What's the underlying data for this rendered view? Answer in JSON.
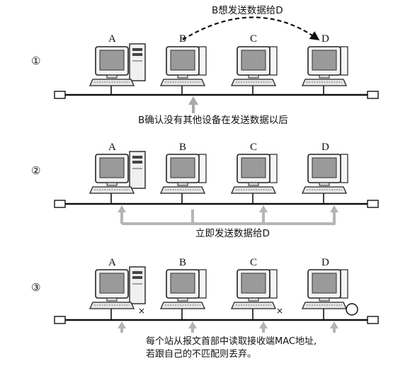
{
  "steps": [
    {
      "marker": "①",
      "hosts": [
        "A",
        "B",
        "C",
        "D"
      ],
      "caption_top": "B想发送数据给D",
      "caption_bottom": "B确认没有其他设备在发送数据以后"
    },
    {
      "marker": "②",
      "hosts": [
        "A",
        "B",
        "C",
        "D"
      ],
      "caption_bottom": "立即发送数据给D"
    },
    {
      "marker": "③",
      "hosts": [
        "A",
        "B",
        "C",
        "D"
      ],
      "caption_lines": [
        "每个站从报文首部中读取接收端MAC地址,",
        "若跟自己的不匹配则丢弃。"
      ],
      "reject_mark": "×",
      "accept_mark": "○"
    }
  ]
}
